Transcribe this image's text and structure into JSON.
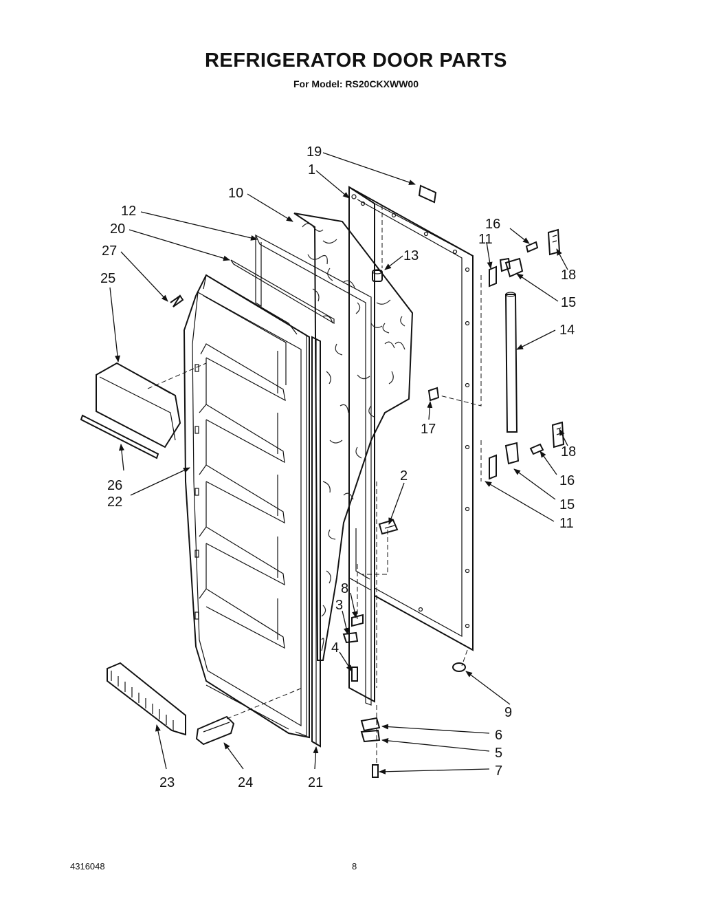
{
  "header": {
    "title": "REFRIGERATOR DOOR PARTS",
    "subtitle": "For Model: RS20CKXWW00"
  },
  "footer": {
    "doc_number": "4316048",
    "page_number": "8"
  },
  "callouts": {
    "c1": "1",
    "c2": "2",
    "c3": "3",
    "c4": "4",
    "c5": "5",
    "c6": "6",
    "c7": "7",
    "c8": "8",
    "c9": "9",
    "c10": "10",
    "c11a": "11",
    "c11b": "11",
    "c12": "12",
    "c13": "13",
    "c14": "14",
    "c15a": "15",
    "c15b": "15",
    "c16a": "16",
    "c16b": "16",
    "c17": "17",
    "c18a": "18",
    "c18b": "18",
    "c19": "19",
    "c20": "20",
    "c21": "21",
    "c22": "22",
    "c23": "23",
    "c24": "24",
    "c25": "25",
    "c26": "26",
    "c27": "27"
  }
}
